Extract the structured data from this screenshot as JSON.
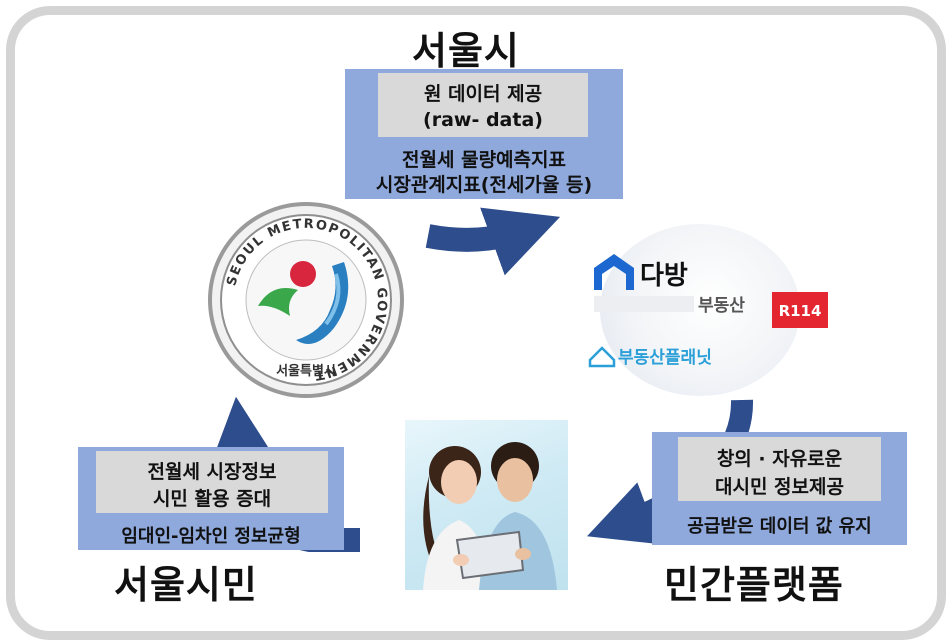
{
  "seoul_city": {
    "title": "서울시",
    "box_line1": "원 데이터 제공",
    "box_line2": "(raw- data)",
    "box_line3": "전월세 물량예측지표",
    "box_line4": "시장관계지표(전세가율 등)"
  },
  "private_platform": {
    "title": "민간플랫폼",
    "box_line1": "창의 · 자유로운",
    "box_line2": "대시민 정보제공",
    "box_line3": "공급받은 데이터 값 유지",
    "logos": {
      "dabang": "다방",
      "budongsan_r114": "부동산",
      "r114_badge": "R114",
      "budongsan_planet": "부동산플래닛"
    }
  },
  "seoul_citizen": {
    "title": "서울시민",
    "box_line1": "전월세 시장정보",
    "box_line2": "시민 활용 증대",
    "box_line3": "임대인-임차인 정보균형"
  },
  "seal": {
    "ring_text": "SEOUL METROPOLITAN GOVERNMENT",
    "korean_text": "서울특별시"
  },
  "colors": {
    "box_fill": "#8fa9dc",
    "inner_fill": "#d9d9d9",
    "arrow": "#2e4d8d",
    "frame": "#d4d4d4",
    "seal_red": "#d7263d",
    "seal_green": "#3aa84a",
    "seal_blue": "#2a7fc0"
  }
}
